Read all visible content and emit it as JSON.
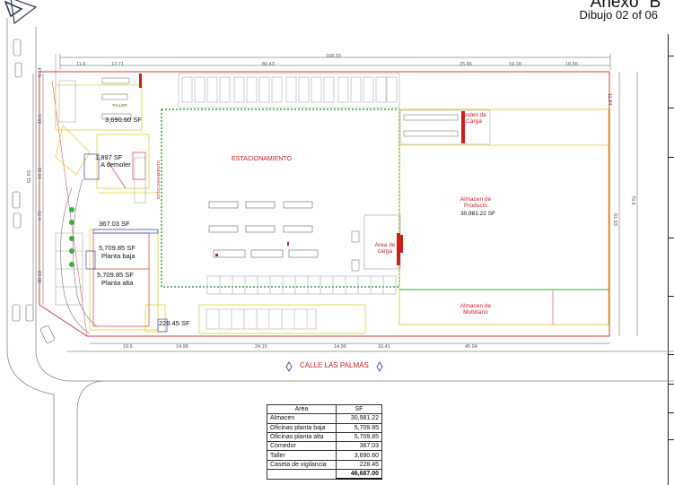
{
  "header": {
    "title": "Anexo \"B\"",
    "subtitle": "Dibujo 02 of 06"
  },
  "labels": {
    "estacionamiento": "ESTACIONAMIENTO",
    "estacionamiento_side": "ESTACIONAMIENTO",
    "taller": "TALLER",
    "taller_area": "3,690.60 SF",
    "demoler_area": "1,897 SF",
    "demoler": "A demoler",
    "comedor_area": "367.03 SF",
    "planta_baja_area": "5,709.85 SF",
    "planta_baja": "Planta baja",
    "planta_alta_area": "5,709.85 SF",
    "planta_alta": "Planta alta",
    "caseta_area": "228.45 SF",
    "anden": "Anden de Carga",
    "area_carga": "Area de carga",
    "almacen_producto": "Almacen de Producto",
    "almacen_producto_area": "30,981.22 SF",
    "almacen_mobiliario": "Almacen de Mobiliario",
    "street": "CALLE LAS PALMAS"
  },
  "dimensions": {
    "total_top": "168.33",
    "top": [
      "11.6",
      "12.71",
      "80.43",
      "25.86",
      "19.18",
      "18.55"
    ],
    "bottom": [
      "19.6",
      "14.96",
      "24.15",
      "14.96",
      "10.41",
      "45.04"
    ],
    "left": [
      "5.14",
      "18.5",
      "16.11",
      "9.72",
      "30.53",
      "61.93"
    ],
    "right": [
      "11.84",
      "61.93",
      "79.8"
    ]
  },
  "table": {
    "header_area": "Area",
    "header_sf": "SF",
    "rows": [
      {
        "name": "Almacen",
        "sf": "30,981.22"
      },
      {
        "name": "Oficinas planta baja",
        "sf": "5,709.85"
      },
      {
        "name": "Oficinas planta alta",
        "sf": "5,709.85"
      },
      {
        "name": "Comedor",
        "sf": "367.03"
      },
      {
        "name": "Taller",
        "sf": "3,690.60"
      },
      {
        "name": "Caseta de vigilancia",
        "sf": "228.45"
      }
    ],
    "total": "46,687.00"
  }
}
